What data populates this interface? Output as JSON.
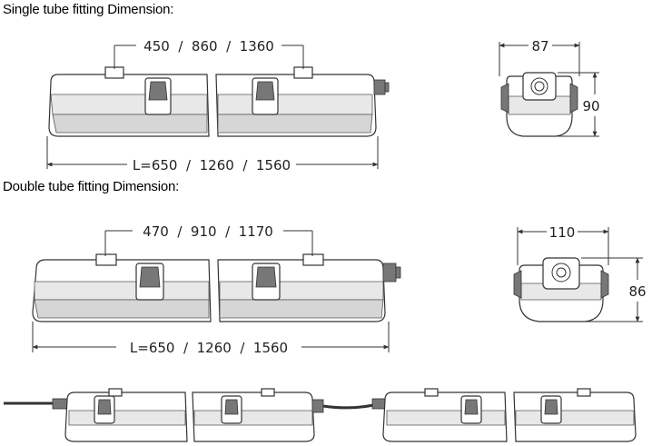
{
  "headings": {
    "single": "Single tube fitting Dimension:",
    "double": "Double tube fitting Dimension:"
  },
  "single": {
    "spacing_label": "450  /  860  /  1360",
    "length_label": "L=650  /  1260  /  1560",
    "width_label": "87",
    "height_label": "90"
  },
  "double": {
    "spacing_label": "470  /  910  /  1170",
    "length_label": "L=650  /  1260  /  1560",
    "width_label": "110",
    "height_label": "86"
  }
}
